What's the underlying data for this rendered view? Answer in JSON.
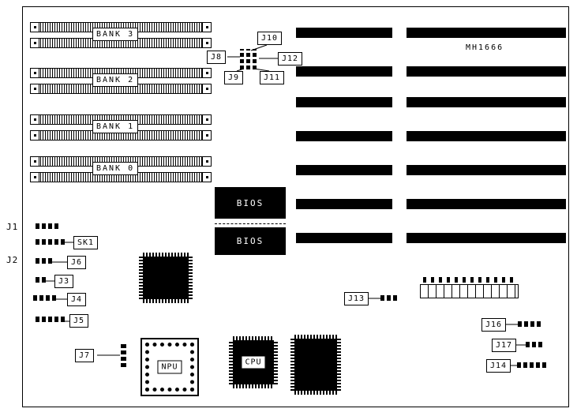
{
  "board": {
    "model": "MH1666",
    "edge_labels": {
      "j1": "J1",
      "j2": "J2"
    },
    "banks": [
      {
        "label": "BANK 3"
      },
      {
        "label": "BANK 2"
      },
      {
        "label": "BANK 1"
      },
      {
        "label": "BANK 0"
      }
    ],
    "bios": {
      "top": "BIOS",
      "bottom": "BIOS"
    },
    "sockets": {
      "npu": "NPU",
      "cpu": "CPU"
    },
    "jumpers": {
      "sk1": "SK1",
      "j3": "J3",
      "j4": "J4",
      "j5": "J5",
      "j6": "J6",
      "j7": "J7",
      "j8": "J8",
      "j9": "J9",
      "j10": "J10",
      "j11": "J11",
      "j12": "J12",
      "j13": "J13",
      "j14": "J14",
      "j16": "J16",
      "j17": "J17"
    }
  }
}
